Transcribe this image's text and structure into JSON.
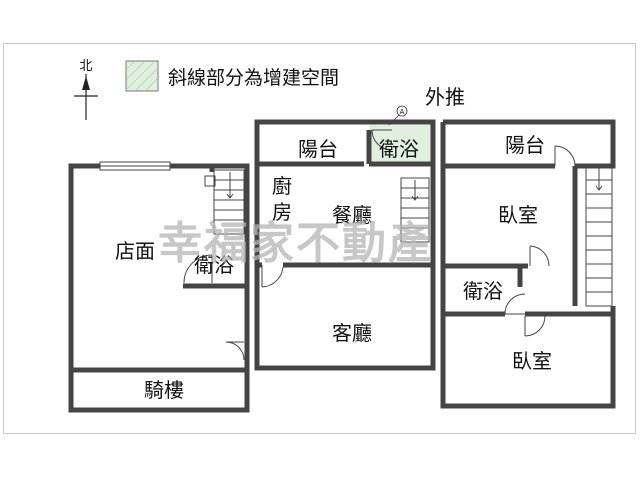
{
  "compass": {
    "label": "北",
    "icon": "north-arrow-icon"
  },
  "legend": {
    "text": "斜線部分為增建空間",
    "swatch_color": "#dff0df"
  },
  "annotation": {
    "text": "外推",
    "marker": "A"
  },
  "watermark": {
    "text": "幸福家不動產"
  },
  "units": {
    "left": {
      "rooms": {
        "storefront": "店面",
        "bathroom": "衛浴",
        "arcade": "騎樓"
      }
    },
    "middle": {
      "rooms": {
        "balcony": "陽台",
        "bathroom": "衛浴",
        "kitchen": "廚房",
        "dining": "餐廳",
        "living": "客廳"
      }
    },
    "right": {
      "rooms": {
        "balcony": "陽台",
        "bedroom_upper": "臥室",
        "bathroom": "衛浴",
        "bedroom_lower": "臥室"
      }
    }
  },
  "colors": {
    "wall": "#444444",
    "addition_fill": "#dff0df",
    "watermark": "#b5b5b5"
  }
}
